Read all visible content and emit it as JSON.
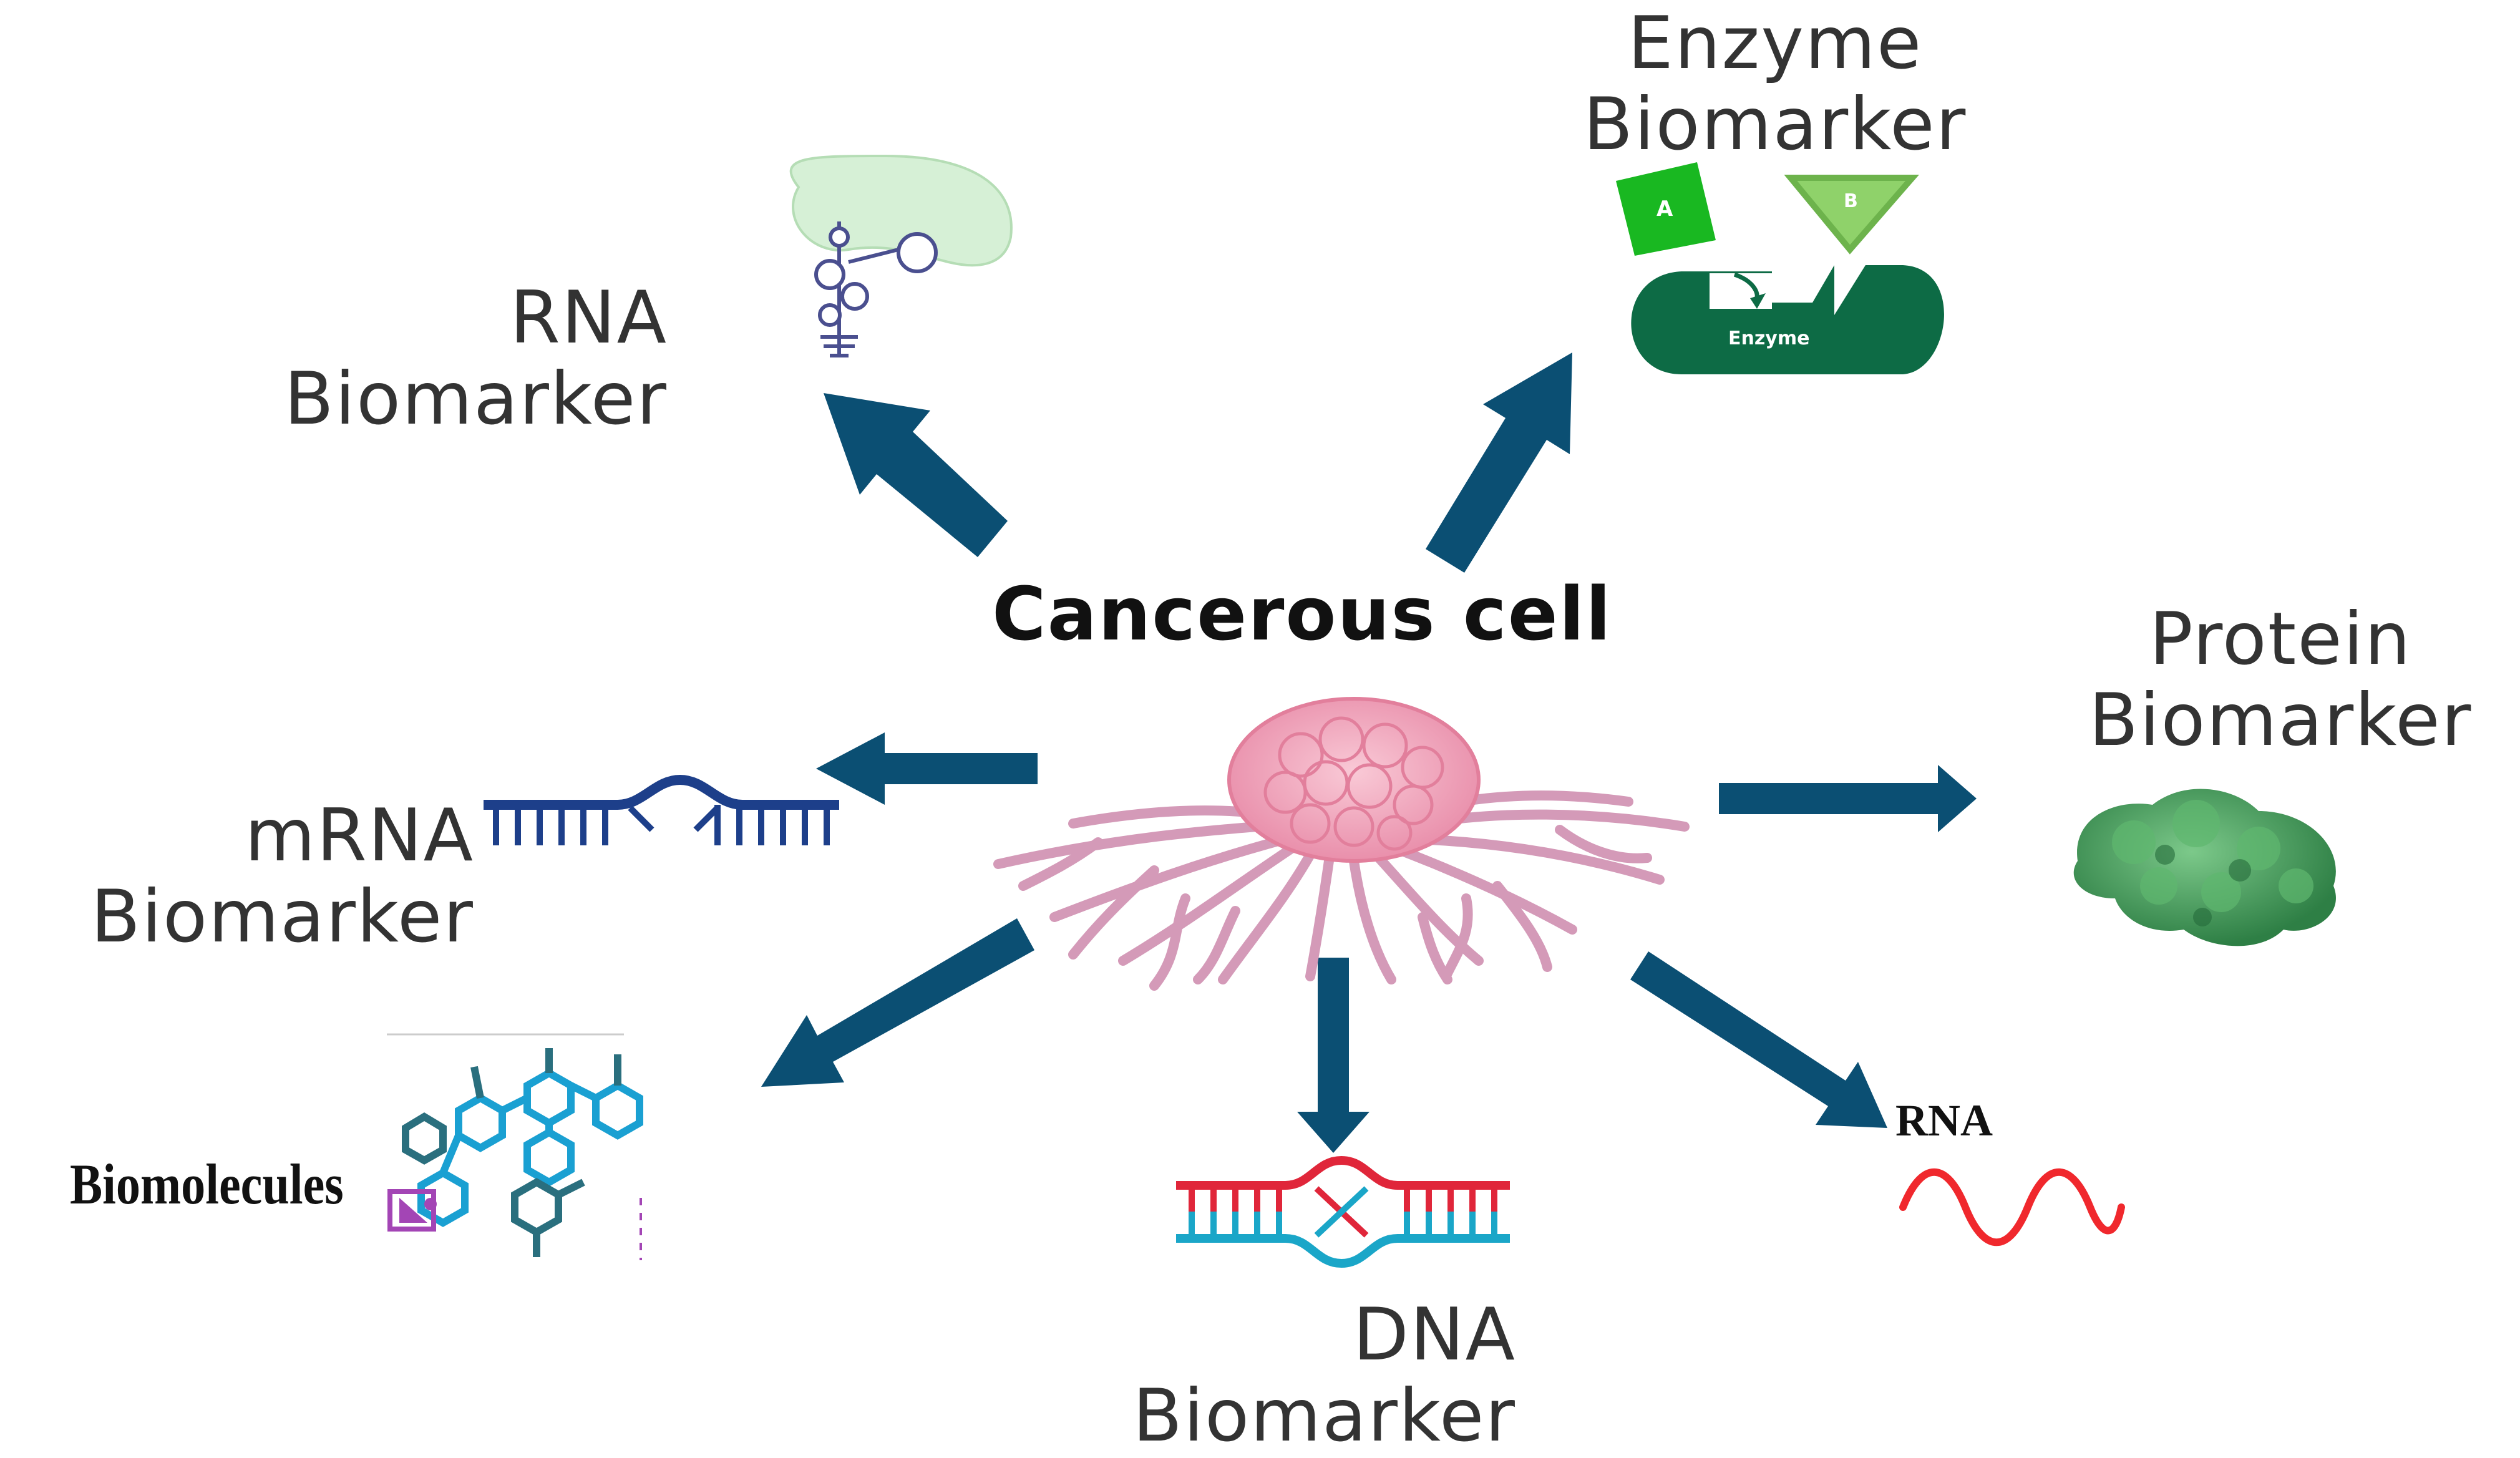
{
  "center": {
    "title": "Cancerous cell"
  },
  "labels": {
    "rna_biomarker": [
      "RNA",
      "Biomarker"
    ],
    "enzyme_biomarker": [
      "Enzyme",
      "Biomarker"
    ],
    "protein_biomarker": [
      "Protein",
      "Biomarker"
    ],
    "mrna_biomarker": [
      "mRNA",
      "Biomarker"
    ],
    "dna_biomarker": [
      "DNA",
      "Biomarker"
    ],
    "biomolecules": "Biomolecules",
    "rna": "RNA",
    "enzyme_icon_text": "Enzyme",
    "substrate_a": "A",
    "substrate_b": "B"
  },
  "colors": {
    "arrow": "#0b4f73",
    "cell": "#f3a7bd",
    "cell_tendrils": "#d49ab8",
    "enzyme": "#0d6b45",
    "substrate_a": "#19b821",
    "substrate_b": "#8fd26a",
    "protein": "#3a9a52",
    "rna_wave": "#f0282d",
    "dna_top": "#e0263a",
    "dna_bottom": "#1aa6c8",
    "mrna": "#1d3f8a",
    "biomolecule": "#1aa0d2",
    "rna_struct": "#d6f0d6"
  },
  "icons": [
    "rna-structure-icon",
    "enzyme-icon",
    "protein-icon",
    "mrna-icon",
    "biomolecule-icon",
    "dna-icon",
    "rna-wave-icon",
    "cancer-cell-icon"
  ]
}
